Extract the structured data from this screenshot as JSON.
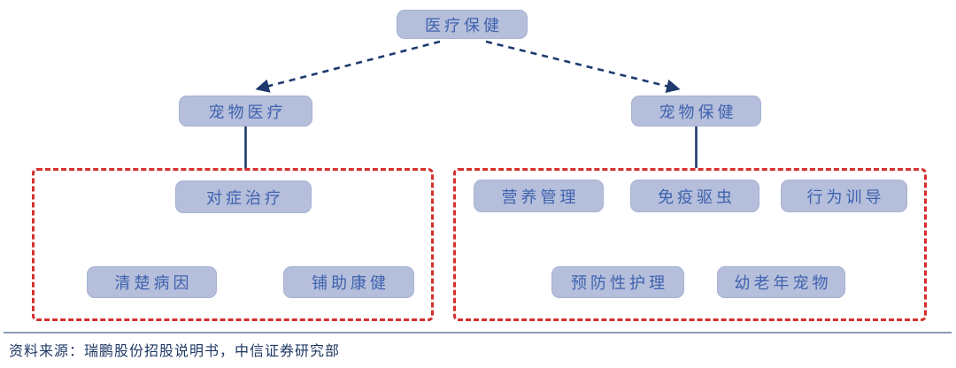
{
  "diagram": {
    "type": "tree",
    "nodes": {
      "root": "医疗保健",
      "pet_medical": "宠物医疗",
      "pet_health": "宠物保健",
      "symptomatic": "对症治疗",
      "identify_cause": "清楚病因",
      "assist_recovery": "铺助康健",
      "nutrition": "营养管理",
      "immunization": "免疫驱虫",
      "behavior": "行为训导",
      "preventive_care": "预防性护理",
      "young_senior": "幼老年宠物"
    },
    "edges": [
      {
        "from": "root",
        "to": "pet_medical",
        "style": "dashed",
        "arrow": true
      },
      {
        "from": "root",
        "to": "pet_health",
        "style": "dashed",
        "arrow": true
      },
      {
        "from": "pet_medical",
        "to": "left-group",
        "style": "solid",
        "arrow": false
      },
      {
        "from": "pet_health",
        "to": "right-group",
        "style": "solid",
        "arrow": false
      }
    ],
    "groups": [
      {
        "id": "left-group",
        "members": [
          "对症治疗",
          "清楚病因",
          "铺助康健"
        ]
      },
      {
        "id": "right-group",
        "members": [
          "营养管理",
          "免疫驱虫",
          "行为训导",
          "预防性护理",
          "幼老年宠物"
        ]
      }
    ]
  },
  "footer": {
    "source": "资料来源：瑞鹏股份招股说明书，中信证券研究部"
  },
  "colors": {
    "node_fill": "#b5bedb",
    "node_text": "#3f63ae",
    "connector": "#1e3a6e",
    "group_border": "#d3302c",
    "divider": "#8b9cb6",
    "source_text": "#1f3864"
  }
}
